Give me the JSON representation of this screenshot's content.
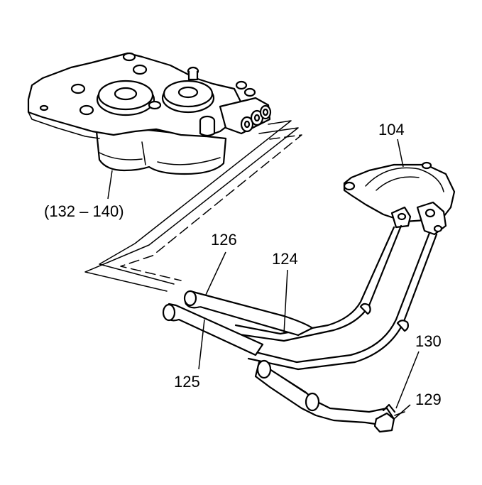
{
  "callouts": {
    "c104": "104",
    "c126": "126",
    "c124": "124",
    "c125": "125",
    "c130": "130",
    "c129": "129",
    "c132_140": "(132 – 140)"
  }
}
